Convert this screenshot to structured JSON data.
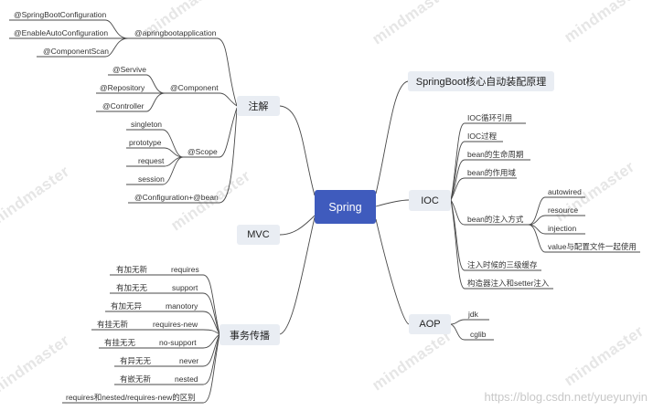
{
  "center": "Spring",
  "annotations": {
    "title": "注解",
    "springbootapplication": {
      "label": "@apringbootapplication",
      "children": [
        "@SpringBootConfiguration",
        "@EnableAutoConfiguration",
        "@ComponentScan"
      ]
    },
    "component": {
      "label": "@Component",
      "children": [
        "@Servive",
        "@Repository",
        "@Controller"
      ]
    },
    "scope": {
      "label": "@Scope",
      "children": [
        "singleton",
        "prototype",
        "request",
        "session"
      ]
    },
    "config_bean": "@Configuration+@bean"
  },
  "mvc": "MVC",
  "transaction": {
    "title": "事务传播",
    "rows": [
      {
        "desc": "有加无新",
        "name": "requires"
      },
      {
        "desc": "有加无无",
        "name": "support"
      },
      {
        "desc": "有加无异",
        "name": "manotory"
      },
      {
        "desc": "有挂无新",
        "name": "requires-new"
      },
      {
        "desc": "有挂无无",
        "name": "no-support"
      },
      {
        "desc": "有异无无",
        "name": "never"
      },
      {
        "desc": "有嵌无新",
        "name": "nested"
      }
    ],
    "difference": "requires和nested/requires-new的区别"
  },
  "springboot_principle": "SpringBoot核心自动装配原理",
  "ioc": {
    "title": "IOC",
    "items": [
      "IOC循环引用",
      "IOC过程",
      "bean的生命周期",
      "bean的作用域"
    ],
    "injection": {
      "label": "bean的注入方式",
      "children": [
        "autowired",
        "resource",
        "injection",
        "value与配置文件一起使用"
      ]
    },
    "tail": [
      "注入时候的三级缓存",
      "构造器注入和setter注入"
    ]
  },
  "aop": {
    "title": "AOP",
    "children": [
      "jdk",
      "cglib"
    ]
  },
  "watermark": "mindmaster",
  "url": "https://blog.csdn.net/yueyunyin"
}
